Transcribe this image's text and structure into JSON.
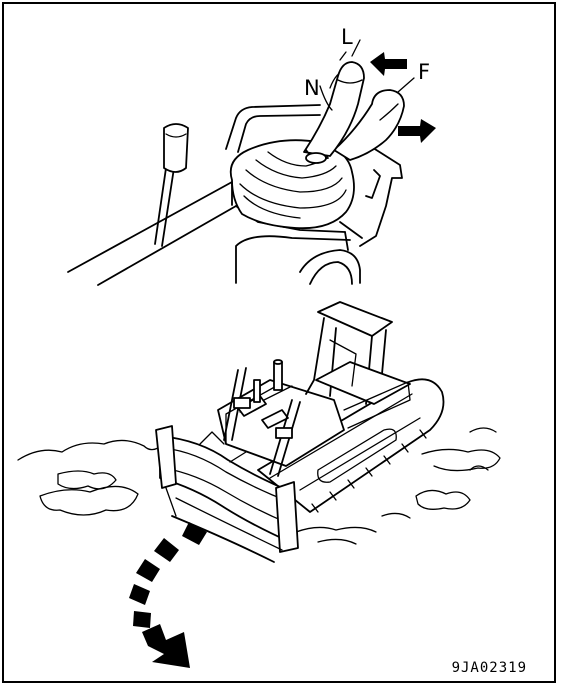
{
  "labels": {
    "left": "L",
    "neutral": "N",
    "forward": "F"
  },
  "figure_code": "9JA02319",
  "icons": {
    "push_arrow_top": "filled-arrow-left",
    "push_arrow_bottom": "filled-arrow-right",
    "turn_arrow": "dashed-curved-arrow-down-right"
  }
}
